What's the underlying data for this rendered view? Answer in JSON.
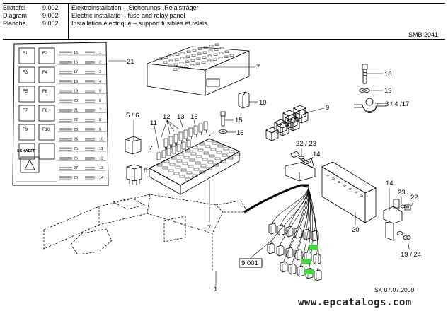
{
  "header": {
    "rows": [
      {
        "label": "Bildtafel",
        "number": "9.002",
        "text": "Elektroinstallation  –  Sicherungs-,Relaisträger"
      },
      {
        "label": "Diagram",
        "number": "9.002",
        "text": "Electric installatio  –  fuse and relay panel"
      },
      {
        "label": "Planche",
        "number": "9.002",
        "text": "Installation électrique  –  support fusibles et relais"
      }
    ],
    "sheet_code": "SMB  2041"
  },
  "callouts": {
    "c1": "1",
    "c5_6": "5 / 6",
    "c7a": "7",
    "c7b": "7",
    "c8": "8",
    "c9": "9",
    "c10": "10",
    "c11": "11",
    "c12": "12",
    "c13a": "13",
    "c13b": "13",
    "c14a": "14",
    "c14b": "14",
    "c15": "15",
    "c16": "16",
    "c18": "18",
    "c19": "19",
    "c3_4_17": "3 / 4 /17",
    "c20": "20",
    "c21": "21",
    "c22_23": "22 / 23",
    "c22": "22",
    "c23": "23",
    "c19_24": "19 / 24",
    "ref": "9.001"
  },
  "fuse_card": {
    "left_labels": [
      "F1",
      "F2",
      "F3",
      "F4",
      "F5",
      "F6",
      "F7",
      "F8",
      "F9",
      "F10"
    ],
    "row_numbers": [
      "15",
      "16",
      "17",
      "18",
      "19",
      "20",
      "21",
      "22",
      "23",
      "24",
      "25",
      "26",
      "27",
      "28"
    ],
    "right_numbers": [
      "1",
      "2",
      "3",
      "4",
      "5",
      "6",
      "7",
      "8",
      "9",
      "10",
      "11",
      "12",
      "13",
      "14"
    ],
    "brand": "SCHAEFF"
  },
  "footer": {
    "date": "SK  07.07.2000",
    "watermark": "www.epcatalogs.com"
  },
  "colors": {
    "line": "#000000",
    "highlight": "#3dd93d"
  }
}
